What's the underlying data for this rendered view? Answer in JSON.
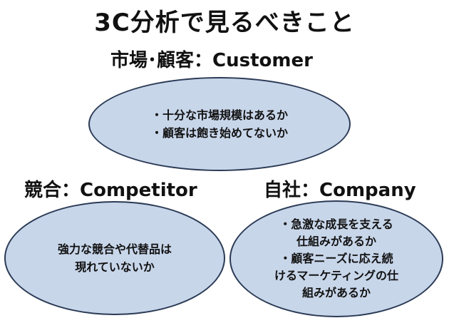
{
  "title": "3C分析で見るべきこと",
  "sections": {
    "customer": {
      "heading": "市場･顧客：Customer",
      "lines": [
        "・十分な市場規模はあるか",
        "・顧客は飽き始めてないか"
      ]
    },
    "competitor": {
      "heading": "競合：Competitor",
      "lines": [
        "強力な競合や代替品は",
        "現れていないか"
      ]
    },
    "company": {
      "heading": "自社：Company",
      "lines": [
        "・急激な成長を支える",
        "仕組みがあるか",
        "・顧客ニーズに応え続",
        "けるマーケティングの仕",
        "組みがあるか"
      ]
    }
  },
  "colors": {
    "ellipse_fill": "#c8d6ea",
    "ellipse_border": "#2b3a55",
    "text": "#111111"
  }
}
